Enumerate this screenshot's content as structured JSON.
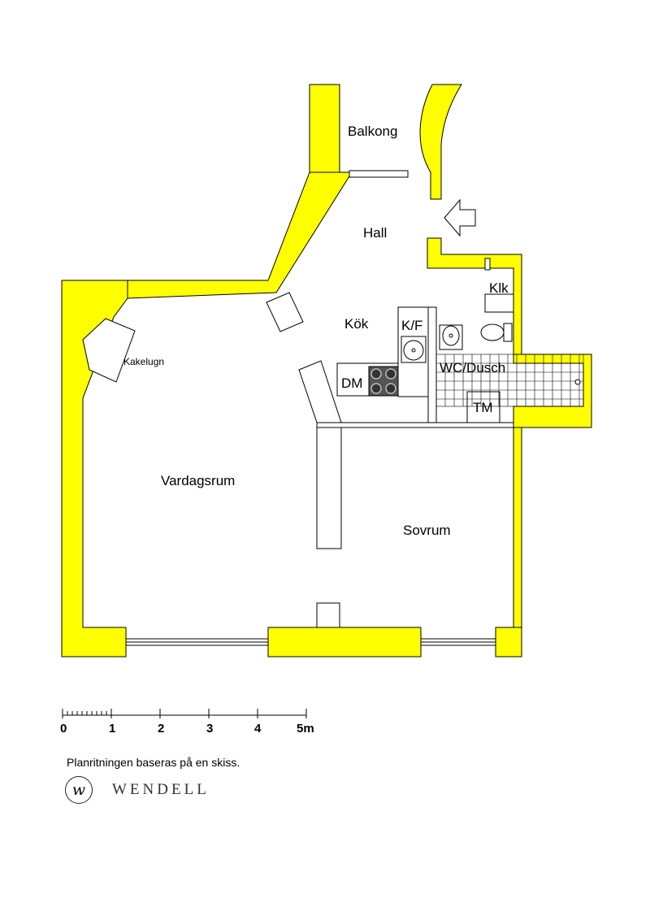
{
  "rooms": {
    "balkong": "Balkong",
    "hall": "Hall",
    "klk": "Klk",
    "kok": "Kök",
    "kf": "K/F",
    "wc": "WC/Dusch",
    "dm": "DM",
    "tm": "TM",
    "kakelugn": "Kakelugn",
    "vardagsrum": "Vardagsrum",
    "sovrum": "Sovrum"
  },
  "scale": {
    "ticks": [
      "0",
      "1",
      "2",
      "3",
      "4",
      "5m"
    ]
  },
  "note": "Planritningen baseras på en skiss.",
  "brand": {
    "mark": "w",
    "name": "WENDELL"
  },
  "colors": {
    "wall": "#ffff00",
    "outline": "#000000"
  }
}
